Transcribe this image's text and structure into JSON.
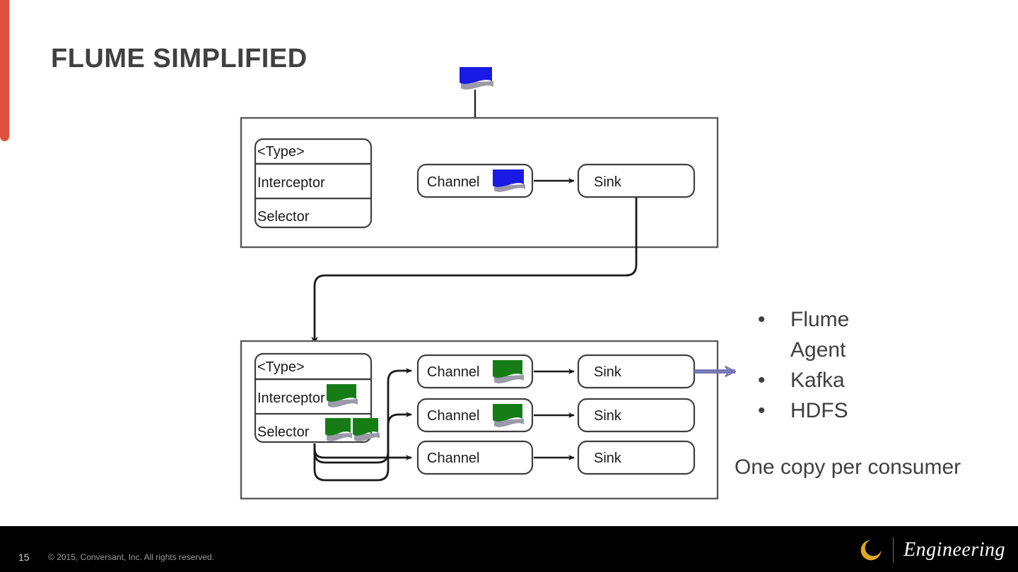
{
  "slide": {
    "title": "FLUME SIMPLIFIED",
    "accent_color": "#e1503f",
    "title_color": "#404040",
    "background": "#ffffff"
  },
  "diagram": {
    "source_label_type": "<Type>",
    "source_label_interceptor": "Interceptor",
    "source_label_selector": "Selector",
    "channel_label": "Channel",
    "sink_label": "Sink",
    "data_blue": "#1a1ae6",
    "data_green": "#157c16",
    "data_shadow": "#9a9aa8",
    "line_color": "#1a1a1a",
    "box_border": "#3f3f3f",
    "agent_border": "#5a5a5a",
    "purple_arrow": "#7c78b8",
    "agent_one": {
      "source": {
        "type": "<Type>",
        "interceptor": "Interceptor",
        "selector": "Selector"
      },
      "rows": [
        {
          "channel": "Channel",
          "sink": "Sink",
          "payload": "blue"
        }
      ]
    },
    "agent_two": {
      "source": {
        "type": "<Type>",
        "interceptor": "Interceptor",
        "selector": "Selector"
      },
      "rows": [
        {
          "channel": "Channel",
          "sink": "Sink",
          "payload": "green"
        },
        {
          "channel": "Channel",
          "sink": "Sink",
          "payload": "green"
        },
        {
          "channel": "Channel",
          "sink": "Sink",
          "payload": "none"
        }
      ]
    }
  },
  "bullets": [
    {
      "text": "Flume Agent"
    },
    {
      "text": "Kafka"
    },
    {
      "text": "HDFS"
    }
  ],
  "note": "One copy per consumer",
  "footer": {
    "page_number": "15",
    "copyright": "© 2015, Conversant, Inc. All rights reserved.",
    "brand_word": "Engineering",
    "brand_mark_color": "#e0a81e",
    "bar_color": "#000000"
  }
}
